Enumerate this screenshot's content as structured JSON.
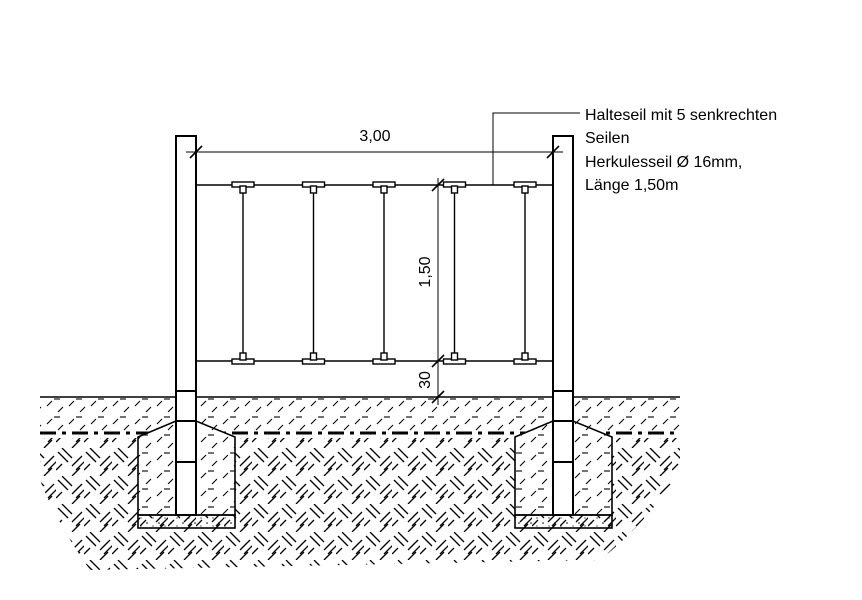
{
  "drawing": {
    "width_dimension": "3,00",
    "height_dimension": "1,50",
    "offset_dimension": "30",
    "annotation": [
      "Halteseil mit 5 senkrechten",
      "Seilen",
      "Herkulesseil Ø 16mm,",
      "Länge 1,50m"
    ],
    "vertical_rope_count": 5
  }
}
